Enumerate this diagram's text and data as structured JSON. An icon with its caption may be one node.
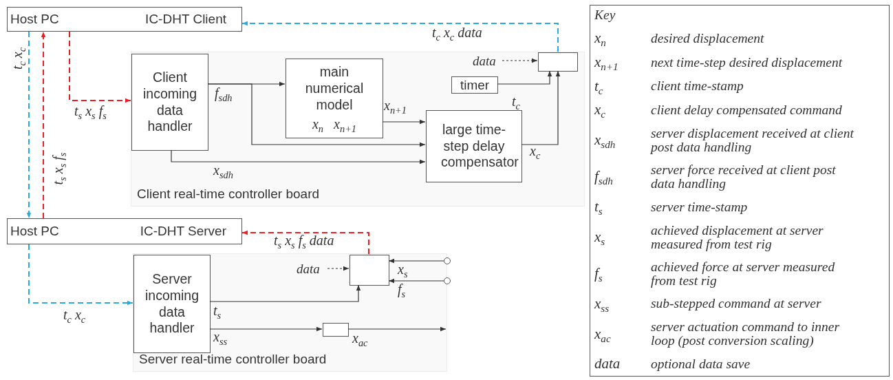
{
  "diagram": {
    "nodes": [
      {
        "text": [
          "Host PC",
          "IC-DHT Client"
        ]
      },
      {
        "text": [
          "Client real-time controller board"
        ]
      },
      {
        "text": [
          "Client incoming data handler"
        ],
        "in": 1
      },
      {
        "text": [
          "main numerical model",
          "x$_{n}$ x$_{n+1}$"
        ],
        "in": 1
      },
      {
        "text": [
          "timer"
        ],
        "in": 1
      },
      {
        "text": [],
        "shape": "box",
        "in": 1
      },
      {
        "text": [
          "large time-step delay compensator"
        ],
        "in": 1
      },
      {
        "text": [
          "Host PC",
          "IC-DHT Server"
        ]
      },
      {
        "text": [
          "Server real-time controller board"
        ]
      },
      {
        "text": [
          "Server incoming data handler"
        ],
        "in": 8
      },
      {
        "text": [],
        "shape": "box",
        "in": 8
      },
      {
        "text": [],
        "shape": "box",
        "in": 8
      },
      {
        "text": [],
        "shape": "circle"
      },
      {
        "text": [],
        "shape": "circle"
      },
      {
        "text": [
          "data"
        ],
        "in": 1
      },
      {
        "text": [
          "data"
        ],
        "in": 8
      },
      {
        "text": [
          "Key",
          "x$_{n}$",
          "desired displacement",
          "x$_{n+1}$",
          "next time-step desired displacement",
          "t$_{c}$",
          "client time-stamp",
          "x$_{c}$",
          "client delay compensated command",
          "x$_{sdh}$",
          "server displacement received at client post data handling",
          "f$_{sdh}$",
          "server force received at client post data handling",
          "t$_{s}$",
          "server time-stamp",
          "x$_{s}$",
          "achieved displacement at server measured from test rig",
          "f$_{s}$",
          "achieved force at server measured from test rig",
          "x$_{ss}$",
          "sub-stepped command at server",
          "x$_{ac}$",
          "server actuation command to inner loop (post conversion scaling)",
          "data",
          "optional data save"
        ]
      }
    ],
    "edges": [
      {
        "from": 6,
        "to": 5,
        "arrow": "to",
        "label": "x$_{c}$"
      },
      {
        "from": 4,
        "to": 5,
        "arrow": "to",
        "label": "t$_{c}$"
      },
      {
        "from": 14,
        "to": 5,
        "arrow": "to",
        "style": "dashed"
      },
      {
        "from": 5,
        "to": 0,
        "arrow": "to",
        "label": "t$_{c}$ x$_{c}$ data",
        "style": "dashed",
        "color": "#29abe2"
      },
      {
        "from": 0,
        "to": 7,
        "arrow": "to",
        "label": "t$_{c}$ x$_{c}$",
        "style": "dashed",
        "color": "#29abe2"
      },
      {
        "from": 7,
        "to": 9,
        "arrow": "to",
        "label": "t$_{c}$ x$_{c}$",
        "style": "dashed",
        "color": "#29abe2"
      },
      {
        "from": 7,
        "to": 0,
        "arrow": "to",
        "label": "t$_{s}$ x$_{s}$ f$_{s}$",
        "style": "dashed",
        "color": "#ed1c24"
      },
      {
        "from": 0,
        "to": 2,
        "arrow": "to",
        "label": "t$_{s}$ x$_{s}$ f$_{s}$",
        "style": "dashed",
        "color": "#ed1c24"
      },
      {
        "from": 10,
        "to": 7,
        "arrow": "to",
        "label": "t$_{s}$ x$_{s}$ f$_{s}$ data",
        "style": "dashed",
        "color": "#ed1c24"
      },
      {
        "from": 2,
        "to": 3,
        "arrow": "to",
        "label": "f$_{sdh}$"
      },
      {
        "from": 2,
        "to": 6,
        "arrow": "to"
      },
      {
        "from": 2,
        "to": 6,
        "arrow": "to",
        "label": "x$_{sdh}$"
      },
      {
        "from": 3,
        "to": 6,
        "arrow": "to",
        "label": "x$_{n+1}$"
      },
      {
        "from": 9,
        "to": 10,
        "arrow": "to",
        "label": "t$_{s}$"
      },
      {
        "from": 9,
        "to": 11,
        "arrow": "to",
        "label": "x$_{ss}$"
      },
      {
        "from": 11,
        "to": null,
        "arrow": "to",
        "label": "x$_{ac}$"
      },
      {
        "from": 12,
        "to": 10,
        "arrow": "to",
        "label": "x$_{s}$"
      },
      {
        "from": 13,
        "to": 10,
        "arrow": "to",
        "label": "f$_{s}$"
      },
      {
        "from": 15,
        "to": 10,
        "arrow": "to",
        "style": "dashed"
      }
    ]
  }
}
